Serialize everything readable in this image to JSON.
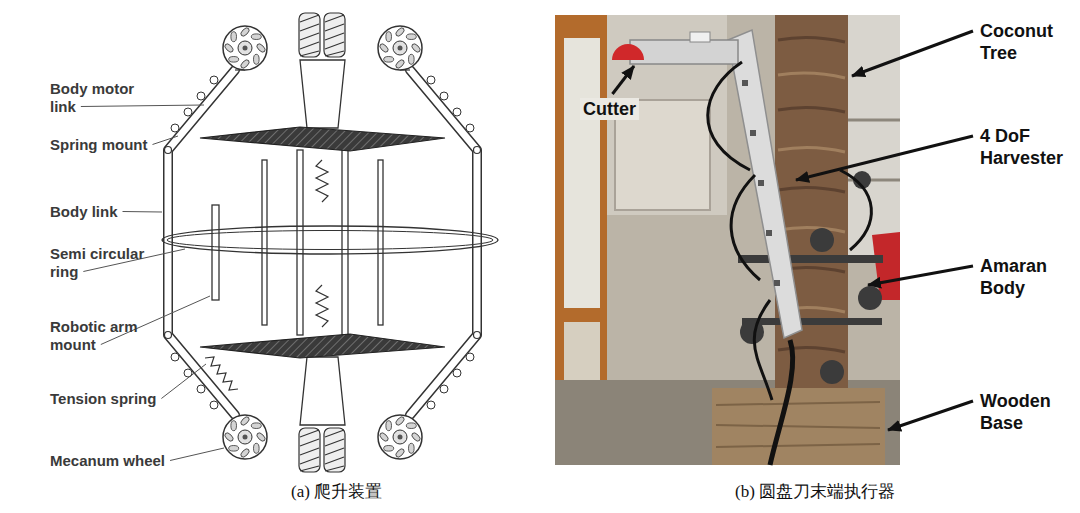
{
  "diagram": {
    "labels": [
      "Body motor link",
      "Spring mount",
      "Body link",
      "Semi circular ring",
      "Robotic arm mount",
      "Tension spring",
      "Mecanum wheel",
      "Cutter",
      "Coconut Tree",
      "4 DoF Harvester",
      "Amaran Body",
      "Wooden Base",
      "(a) 爬升装置",
      "(b) 圆盘刀末端执行器"
    ]
  }
}
